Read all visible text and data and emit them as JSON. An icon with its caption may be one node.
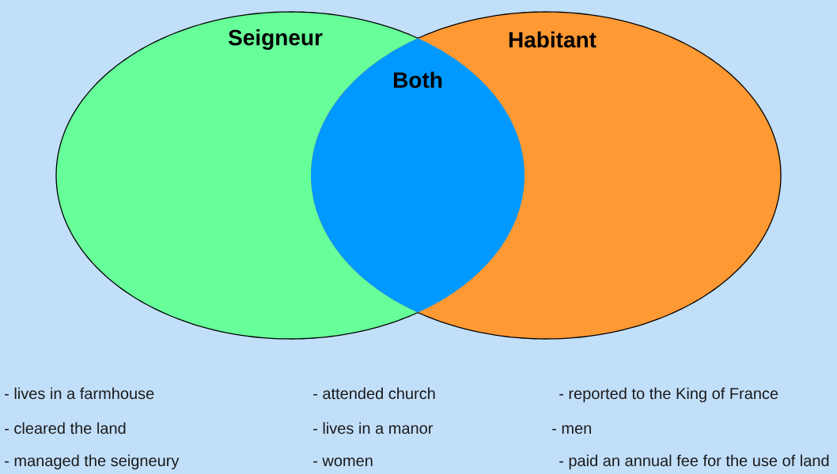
{
  "diagram": {
    "nodes": [
      {
        "text": [
          "Seigneur"
        ]
      },
      {
        "text": [
          "Habitant"
        ]
      },
      {
        "text": [
          "Both"
        ]
      }
    ],
    "labels": [
      "- lives in a farmhouse",
      "- attended church",
      "- reported to the King of France",
      "- cleared the land",
      "- lives in a manor",
      "- men",
      "- managed the seigneury",
      "- women",
      "- paid an annual fee for the use of land"
    ]
  }
}
